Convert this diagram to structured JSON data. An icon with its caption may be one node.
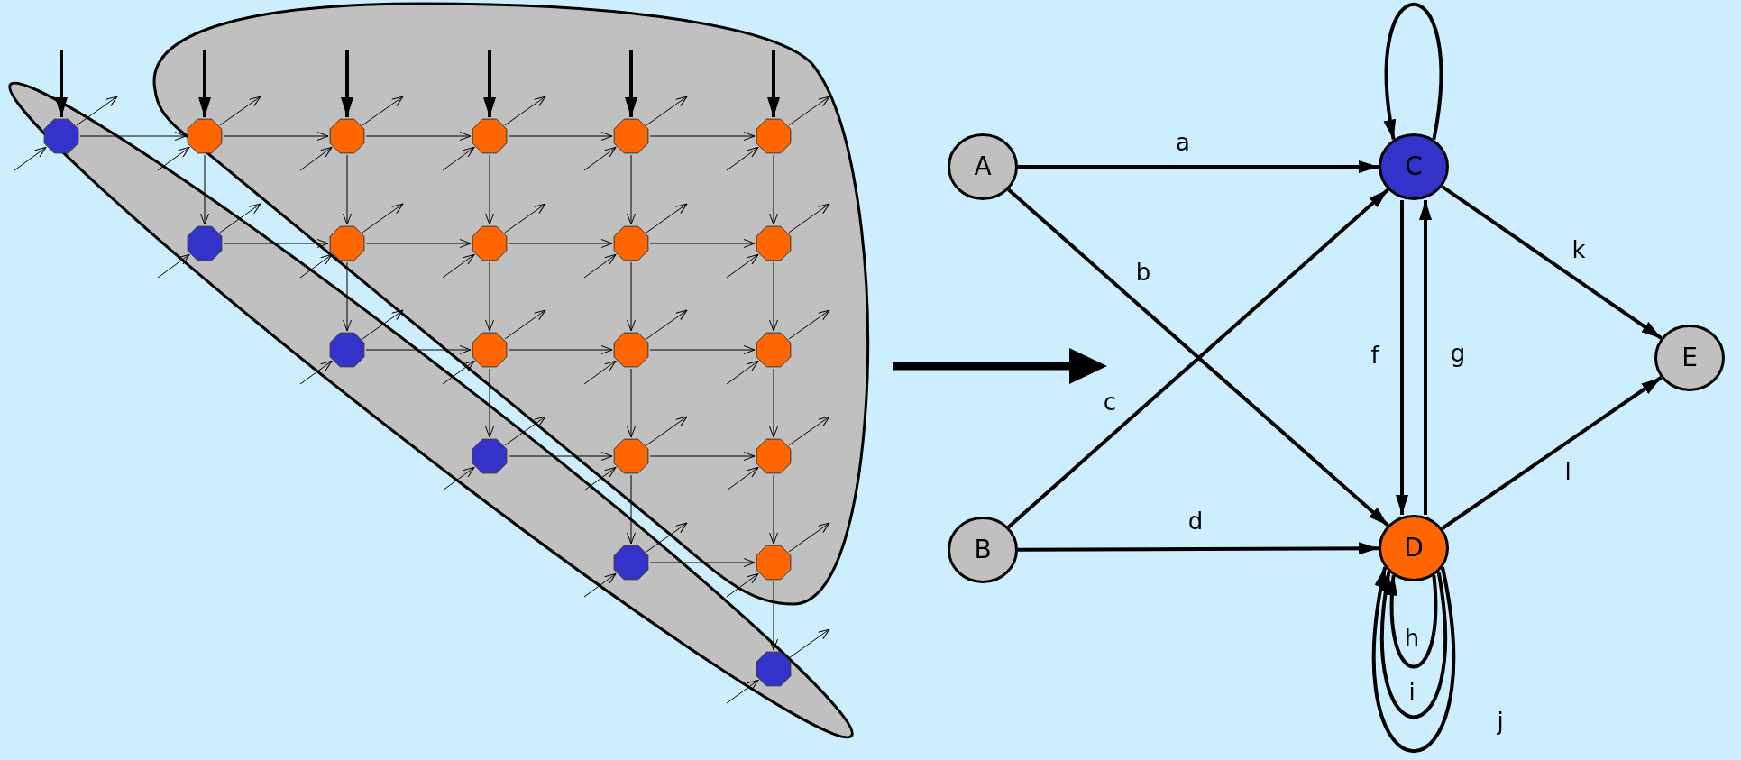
{
  "diagram": {
    "nodes": [
      {
        "text": [],
        "shape": "ellipse"
      },
      {
        "text": [],
        "shape": "blob"
      },
      {
        "text": [],
        "shape": "octagon",
        "in": 0
      },
      {
        "text": [],
        "shape": "octagon",
        "in": 1
      },
      {
        "text": [],
        "shape": "octagon",
        "in": 1
      },
      {
        "text": [],
        "shape": "octagon",
        "in": 1
      },
      {
        "text": [],
        "shape": "octagon",
        "in": 1
      },
      {
        "text": [],
        "shape": "octagon",
        "in": 1
      },
      {
        "text": [],
        "shape": "octagon",
        "in": 0
      },
      {
        "text": [],
        "shape": "octagon",
        "in": 1
      },
      {
        "text": [],
        "shape": "octagon",
        "in": 1
      },
      {
        "text": [],
        "shape": "octagon",
        "in": 1
      },
      {
        "text": [],
        "shape": "octagon",
        "in": 1
      },
      {
        "text": [],
        "shape": "octagon",
        "in": 0
      },
      {
        "text": [],
        "shape": "octagon",
        "in": 1
      },
      {
        "text": [],
        "shape": "octagon",
        "in": 1
      },
      {
        "text": [],
        "shape": "octagon",
        "in": 1
      },
      {
        "text": [],
        "shape": "octagon",
        "in": 0
      },
      {
        "text": [],
        "shape": "octagon",
        "in": 1
      },
      {
        "text": [],
        "shape": "octagon",
        "in": 1
      },
      {
        "text": [],
        "shape": "octagon",
        "in": 0
      },
      {
        "text": [],
        "shape": "octagon",
        "in": 1
      },
      {
        "text": [],
        "shape": "octagon",
        "in": 0
      },
      {
        "text": [
          "A"
        ]
      },
      {
        "text": [
          "B"
        ]
      },
      {
        "text": [
          "C"
        ]
      },
      {
        "text": [
          "D"
        ]
      },
      {
        "text": [
          "E"
        ]
      }
    ],
    "edges": [
      {
        "from": 2,
        "to": 3,
        "arrow": "to"
      },
      {
        "from": 3,
        "to": 4,
        "arrow": "to"
      },
      {
        "from": 4,
        "to": 5,
        "arrow": "to"
      },
      {
        "from": 5,
        "to": 6,
        "arrow": "to"
      },
      {
        "from": 6,
        "to": 7,
        "arrow": "to"
      },
      {
        "from": 8,
        "to": 9,
        "arrow": "to"
      },
      {
        "from": 9,
        "to": 10,
        "arrow": "to"
      },
      {
        "from": 10,
        "to": 11,
        "arrow": "to"
      },
      {
        "from": 11,
        "to": 12,
        "arrow": "to"
      },
      {
        "from": 13,
        "to": 14,
        "arrow": "to"
      },
      {
        "from": 14,
        "to": 15,
        "arrow": "to"
      },
      {
        "from": 15,
        "to": 16,
        "arrow": "to"
      },
      {
        "from": 17,
        "to": 18,
        "arrow": "to"
      },
      {
        "from": 18,
        "to": 19,
        "arrow": "to"
      },
      {
        "from": 20,
        "to": 21,
        "arrow": "to"
      },
      {
        "from": 3,
        "to": 8,
        "arrow": "to"
      },
      {
        "from": 4,
        "to": 9,
        "arrow": "to"
      },
      {
        "from": 9,
        "to": 13,
        "arrow": "to"
      },
      {
        "from": 5,
        "to": 10,
        "arrow": "to"
      },
      {
        "from": 10,
        "to": 14,
        "arrow": "to"
      },
      {
        "from": 14,
        "to": 17,
        "arrow": "to"
      },
      {
        "from": 6,
        "to": 11,
        "arrow": "to"
      },
      {
        "from": 11,
        "to": 15,
        "arrow": "to"
      },
      {
        "from": 15,
        "to": 18,
        "arrow": "to"
      },
      {
        "from": 18,
        "to": 20,
        "arrow": "to"
      },
      {
        "from": 7,
        "to": 12,
        "arrow": "to"
      },
      {
        "from": 12,
        "to": 16,
        "arrow": "to"
      },
      {
        "from": 16,
        "to": 19,
        "arrow": "to"
      },
      {
        "from": 19,
        "to": 21,
        "arrow": "to"
      },
      {
        "from": 21,
        "to": 22,
        "arrow": "to"
      },
      {
        "from": null,
        "to": 2,
        "arrow": "to",
        "style": "thick"
      },
      {
        "from": null,
        "to": 3,
        "arrow": "to",
        "style": "thick"
      },
      {
        "from": null,
        "to": 4,
        "arrow": "to",
        "style": "thick"
      },
      {
        "from": null,
        "to": 5,
        "arrow": "to",
        "style": "thick"
      },
      {
        "from": null,
        "to": 6,
        "arrow": "to",
        "style": "thick"
      },
      {
        "from": null,
        "to": 7,
        "arrow": "to",
        "style": "thick"
      },
      {
        "from": null,
        "to": 2,
        "arrow": "to"
      },
      {
        "from": 2,
        "to": null,
        "arrow": "to"
      },
      {
        "from": 0,
        "to": 3,
        "arrow": "to"
      },
      {
        "from": 3,
        "to": null,
        "arrow": "to"
      },
      {
        "from": null,
        "to": 4,
        "arrow": "to"
      },
      {
        "from": 4,
        "to": null,
        "arrow": "to"
      },
      {
        "from": null,
        "to": 5,
        "arrow": "to"
      },
      {
        "from": 5,
        "to": null,
        "arrow": "to"
      },
      {
        "from": null,
        "to": 6,
        "arrow": "to"
      },
      {
        "from": 6,
        "to": null,
        "arrow": "to"
      },
      {
        "from": null,
        "to": 7,
        "arrow": "to"
      },
      {
        "from": 7,
        "to": null,
        "arrow": "to"
      },
      {
        "from": null,
        "to": 8,
        "arrow": "to"
      },
      {
        "from": 8,
        "to": 1,
        "arrow": "to"
      },
      {
        "from": 0,
        "to": 9,
        "arrow": "to"
      },
      {
        "from": 9,
        "to": null,
        "arrow": "to"
      },
      {
        "from": null,
        "to": 10,
        "arrow": "to"
      },
      {
        "from": 10,
        "to": null,
        "arrow": "to"
      },
      {
        "from": null,
        "to": 11,
        "arrow": "to"
      },
      {
        "from": 11,
        "to": null,
        "arrow": "to"
      },
      {
        "from": null,
        "to": 12,
        "arrow": "to"
      },
      {
        "from": 12,
        "to": null,
        "arrow": "to"
      },
      {
        "from": null,
        "to": 13,
        "arrow": "to"
      },
      {
        "from": 13,
        "to": 1,
        "arrow": "to"
      },
      {
        "from": 0,
        "to": 14,
        "arrow": "to"
      },
      {
        "from": 14,
        "to": null,
        "arrow": "to"
      },
      {
        "from": null,
        "to": 15,
        "arrow": "to"
      },
      {
        "from": 15,
        "to": null,
        "arrow": "to"
      },
      {
        "from": null,
        "to": 16,
        "arrow": "to"
      },
      {
        "from": 16,
        "to": null,
        "arrow": "to"
      },
      {
        "from": null,
        "to": 17,
        "arrow": "to"
      },
      {
        "from": 17,
        "to": 1,
        "arrow": "to"
      },
      {
        "from": 0,
        "to": 18,
        "arrow": "to"
      },
      {
        "from": 18,
        "to": null,
        "arrow": "to"
      },
      {
        "from": null,
        "to": 19,
        "arrow": "to"
      },
      {
        "from": 19,
        "to": null,
        "arrow": "to"
      },
      {
        "from": null,
        "to": 20,
        "arrow": "to"
      },
      {
        "from": 20,
        "to": 1,
        "arrow": "to"
      },
      {
        "from": 0,
        "to": 21,
        "arrow": "to"
      },
      {
        "from": 21,
        "to": null,
        "arrow": "to"
      },
      {
        "from": null,
        "to": 22,
        "arrow": "to"
      },
      {
        "from": 22,
        "to": 1,
        "arrow": "to"
      },
      {
        "from": 23,
        "to": 25,
        "arrow": "to",
        "label": "a",
        "style": "thick"
      },
      {
        "from": 23,
        "to": 26,
        "arrow": "to",
        "label": "b",
        "style": "thick"
      },
      {
        "from": 24,
        "to": 25,
        "arrow": "to",
        "label": "c",
        "style": "thick"
      },
      {
        "from": 24,
        "to": 26,
        "arrow": "to",
        "label": "d",
        "style": "thick"
      },
      {
        "from": 25,
        "to": 26,
        "arrow": "to",
        "label": "f",
        "style": "thick"
      },
      {
        "from": 26,
        "to": 25,
        "arrow": "to",
        "label": "g",
        "style": "thick"
      },
      {
        "from": 25,
        "to": 27,
        "arrow": "to",
        "label": "k",
        "style": "thick"
      },
      {
        "from": 26,
        "to": 27,
        "arrow": "to",
        "label": "l",
        "style": "thick"
      },
      {
        "from": 25,
        "to": 25,
        "arrow": "to",
        "style": "thick"
      },
      {
        "from": 26,
        "to": 26,
        "arrow": "to",
        "label": "h",
        "style": "thick"
      },
      {
        "from": 26,
        "to": 26,
        "arrow": "to",
        "label": "i",
        "style": "thick"
      },
      {
        "from": 26,
        "to": 26,
        "arrow": "to",
        "label": "j",
        "style": "thick"
      }
    ]
  }
}
